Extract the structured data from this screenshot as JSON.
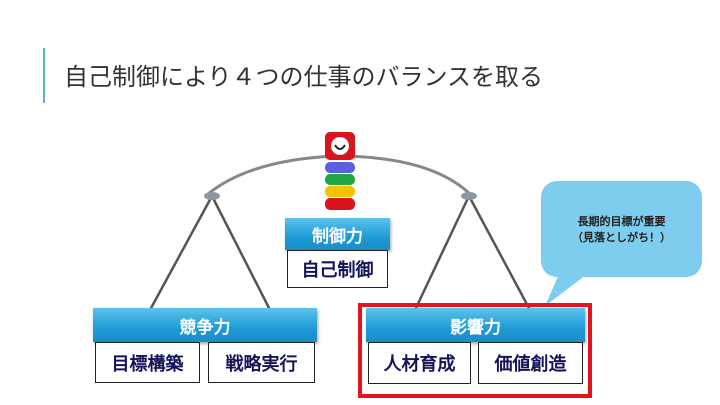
{
  "title": "自己制御により４つの仕事のバランスを取る",
  "center": {
    "header": "制御力",
    "item": "自己制御"
  },
  "left": {
    "header": "競争力",
    "items": [
      "目標構築",
      "戦略実行"
    ]
  },
  "right": {
    "header": "影響力",
    "items": [
      "人材育成",
      "価値創造"
    ]
  },
  "callout": {
    "line1": "長期的目標が重要",
    "line2": "（見落としがち！）"
  },
  "colors": {
    "accent": "#1e9bd6",
    "highlight": "#e3141b",
    "callout": "#7ecdee"
  }
}
